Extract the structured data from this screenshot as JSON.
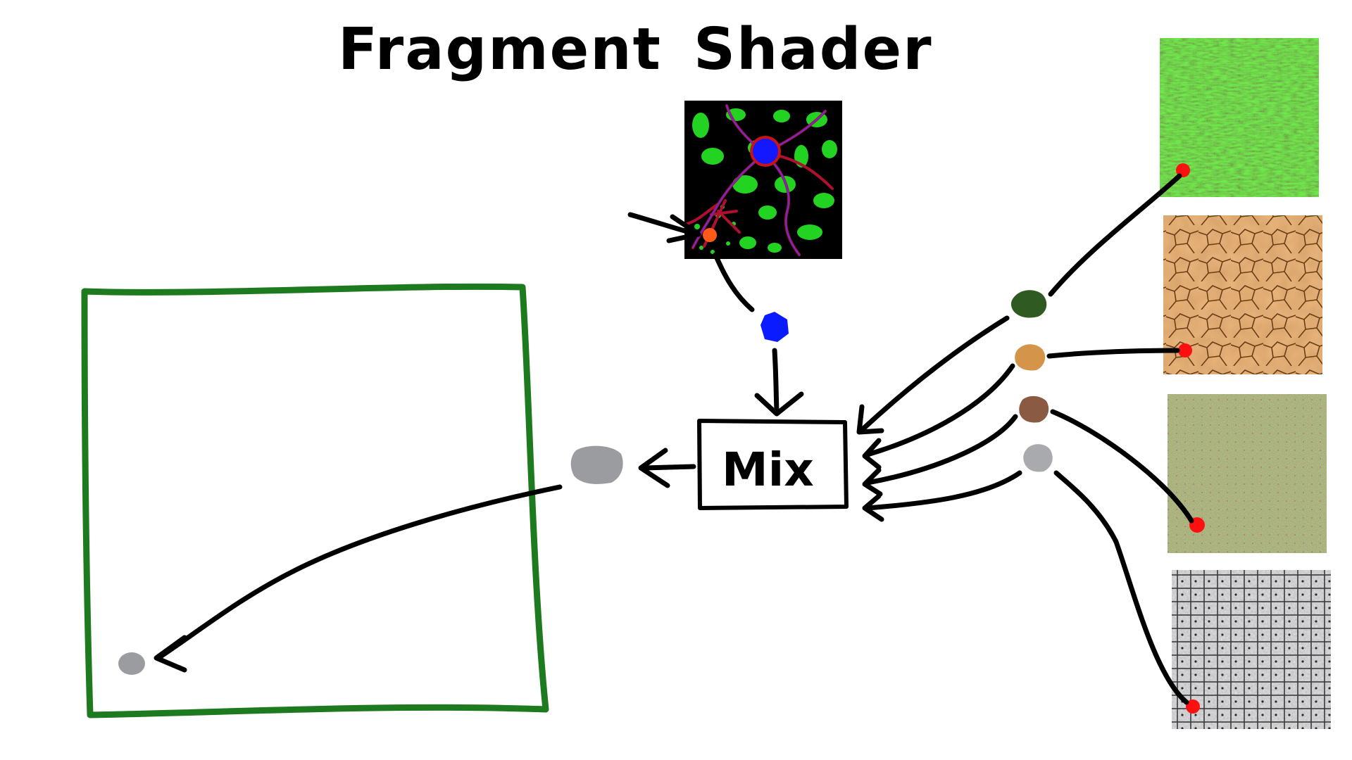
{
  "title": {
    "word1": "Fragment",
    "word2": "Shader"
  },
  "mix_node": {
    "label": "Mix"
  },
  "colors": {
    "output_frame": "#1e7a1e",
    "wire": "#000000",
    "splat_pointer_arrow": "#ff5a1a",
    "splat_sample_dot": "#0b1bff",
    "mixed_color_dot": "#9a9ca0",
    "grass_sample_dot": "#2f5a22",
    "dirt_sample_dot": "#d4944a",
    "earth_sample_dot": "#8a5a42",
    "stone_sample_dot": "#a8aaae",
    "texture_sample_marker": "#ff1010"
  },
  "icons": {
    "splat_map": "splat-map-texture",
    "grass": "grass-texture",
    "dirt": "cracked-dirt-texture",
    "earth": "mossy-earth-texture",
    "stone": "stone-tile-texture"
  }
}
